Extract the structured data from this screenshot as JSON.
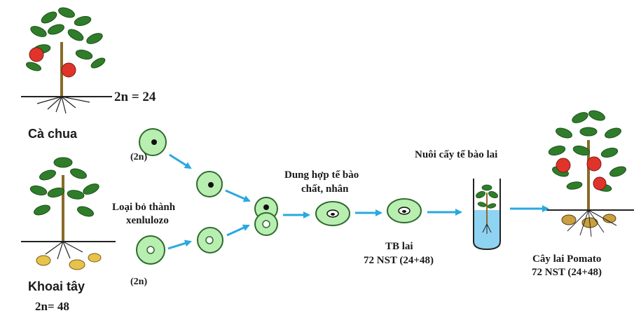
{
  "labels": {
    "tomato_name": "Cà chua",
    "tomato_chromosomes": "2n = 24",
    "potato_name": "Khoai tây",
    "potato_chromosomes": "2n= 48",
    "cell_top_ploidy": "(2n)",
    "cell_bottom_ploidy": "(2n)",
    "wall_removal_line1": "Loại bỏ thành",
    "wall_removal_line2": "xenlulozo",
    "fusion_line1": "Dung hợp  tế  bào",
    "fusion_line2": "chất, nhân",
    "hybrid_cell_line1": "TB lai",
    "hybrid_cell_line2": "72 NST (24+48)",
    "culture_label": "Nuôi cấy tế bào lai",
    "result_line1": "Cây lai Pomato",
    "result_line2": "72 NST (24+48)"
  },
  "colors": {
    "cell_fill": "#b8efb0",
    "cell_stroke": "#2e6b2e",
    "arrow": "#2aa8e0",
    "leaf": "#2f7d2a",
    "leaf_dark": "#1c4f1a",
    "tomato": "#e0342a",
    "potato": "#e8c34a",
    "medium": "#8fd3f2"
  }
}
